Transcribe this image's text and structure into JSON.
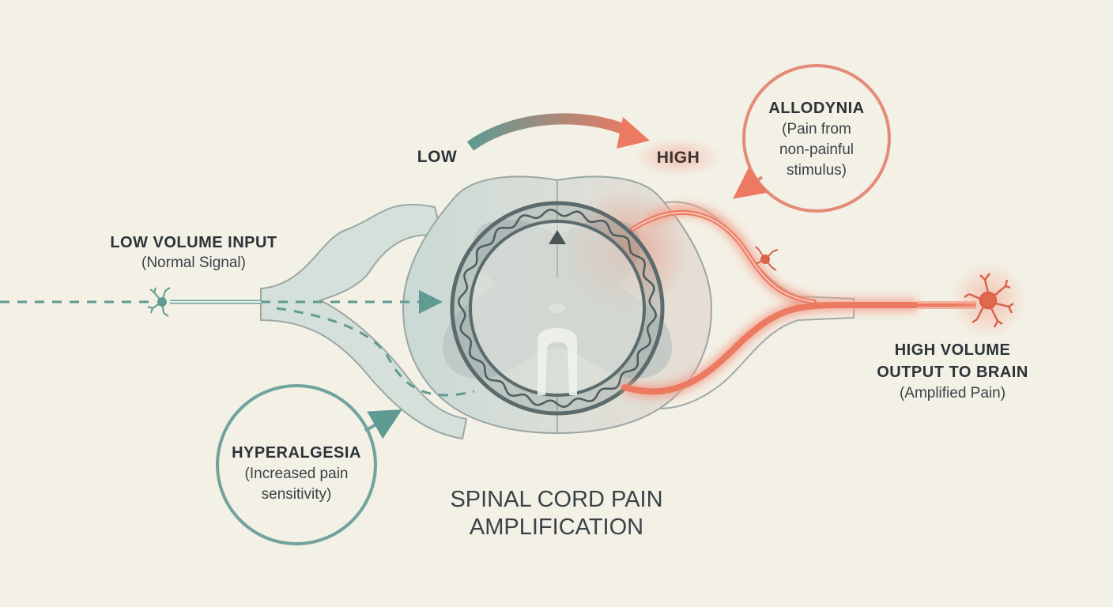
{
  "scale": {
    "low_label": "LOW",
    "high_label": "HIGH"
  },
  "input": {
    "title": "LOW VOLUME INPUT",
    "subtitle": "(Normal Signal)"
  },
  "output": {
    "title_line1": "HIGH VOLUME",
    "title_line2": "OUTPUT TO BRAIN",
    "subtitle": "(Amplified Pain)"
  },
  "allodynia": {
    "title": "ALLODYNIA",
    "desc_line1": "(Pain from",
    "desc_line2": "non-painful",
    "desc_line3": "stimulus)"
  },
  "hyperalgesia": {
    "title": "HYPERALGESIA",
    "desc_line1": "(Increased pain",
    "desc_line2": "sensitivity)"
  },
  "caption": {
    "line1": "SPINAL CORD PAIN",
    "line2": "AMPLIFICATION"
  },
  "colors": {
    "background": "#f3f0e5",
    "teal": "#5f9a93",
    "coral": "#ec7a62",
    "cord_fill": "#dde1da",
    "gray_matter": "#b9c3c0",
    "ring": "#5b6b6d",
    "text": "#2b3338"
  },
  "icons": [
    "neuron-icon",
    "triangle-marker-icon"
  ]
}
